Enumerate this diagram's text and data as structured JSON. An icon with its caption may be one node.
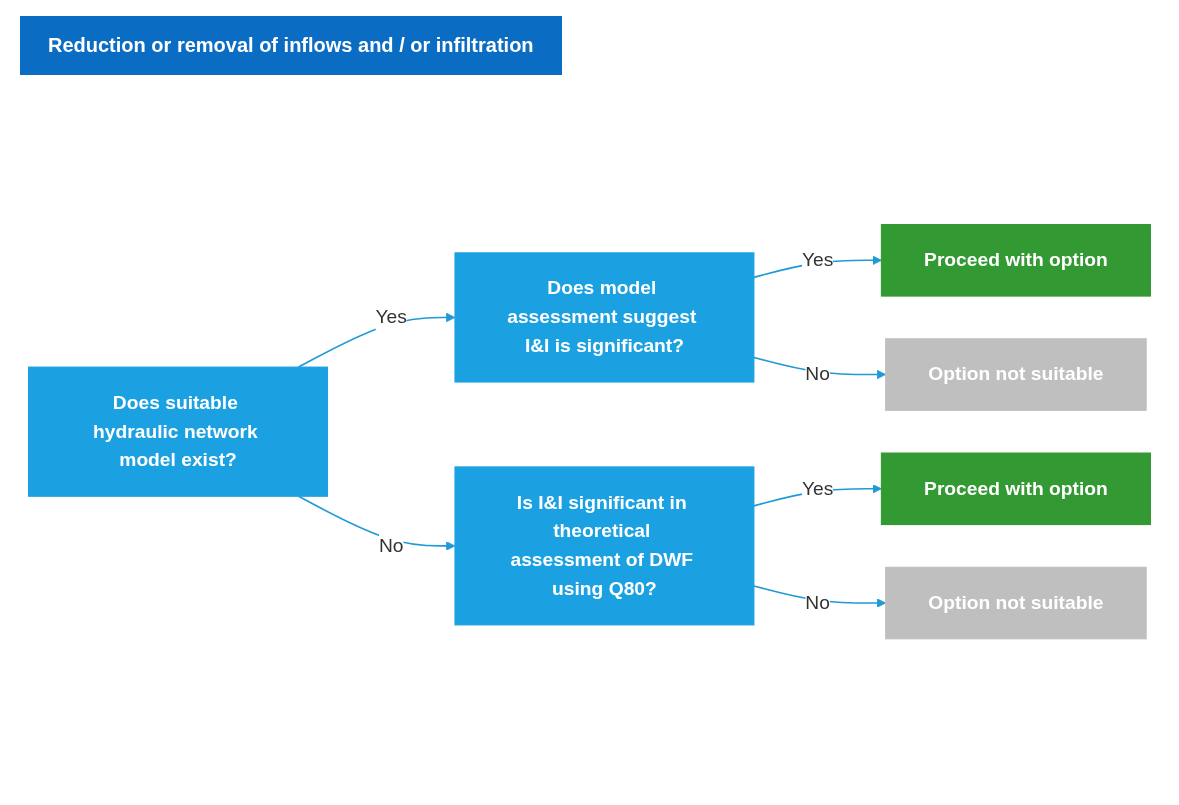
{
  "diagram": {
    "title": "Reduction or removal of inflows and / or infiltration",
    "nodes": [
      {
        "text": [
          "Does suitable hydraulic network model exist?"
        ]
      },
      {
        "text": [
          "Does model assessment suggest I&I is significant?"
        ]
      },
      {
        "text": [
          "Proceed with option"
        ]
      },
      {
        "text": [
          "Option not suitable"
        ]
      },
      {
        "text": [
          "Is I&I significant in theoretical assessment of DWF using Q80?"
        ]
      },
      {
        "text": [
          "Proceed with option"
        ]
      },
      {
        "text": [
          "Option not suitable"
        ]
      }
    ],
    "edges": [
      {
        "from": 0,
        "to": 1,
        "arrow": "to",
        "label": "Yes"
      },
      {
        "from": 1,
        "to": 2,
        "arrow": "to",
        "label": "Yes"
      },
      {
        "from": 1,
        "to": 3,
        "arrow": "to",
        "label": "No"
      },
      {
        "from": 0,
        "to": 4,
        "arrow": "to",
        "label": "No"
      },
      {
        "from": 4,
        "to": 5,
        "arrow": "to",
        "label": "Yes"
      },
      {
        "from": 4,
        "to": 6,
        "arrow": "to",
        "label": "No"
      }
    ]
  }
}
